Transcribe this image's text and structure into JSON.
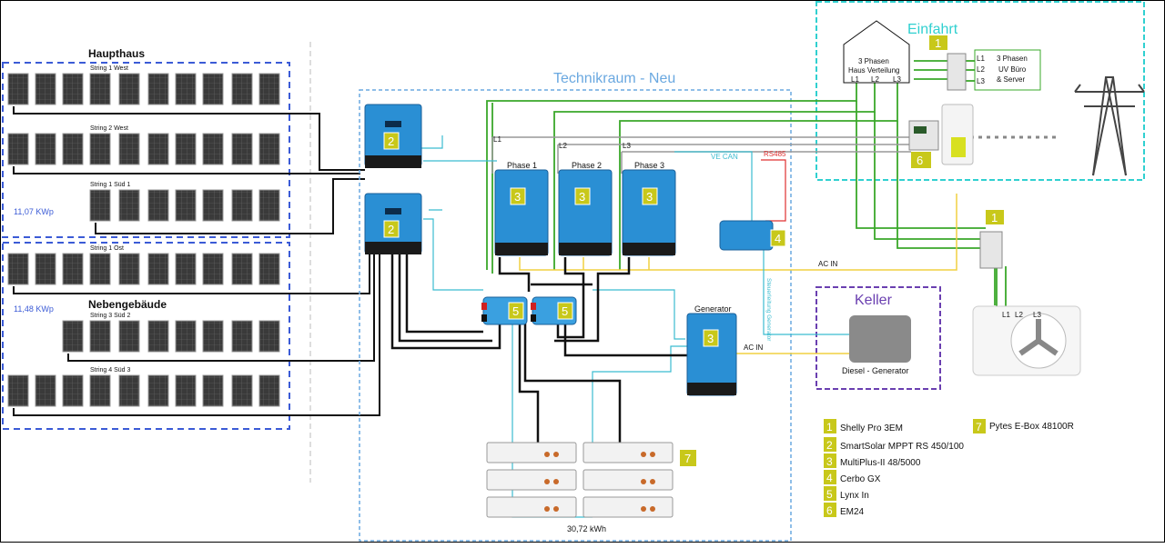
{
  "areas": {
    "haupthaus": "Haupthaus",
    "nebengebaeude": "Nebengebäude",
    "technikraum": "Technikraum - Neu",
    "einfahrt": "Einfahrt",
    "keller": "Keller"
  },
  "strings": [
    {
      "label": "String 1 West"
    },
    {
      "label": "String 2 West"
    },
    {
      "label": "String 1 Süd 1"
    },
    {
      "label": "String 1 Ost"
    },
    {
      "label": "String 3 Süd  2"
    },
    {
      "label": "String 4 Süd 3"
    }
  ],
  "kwp": {
    "haupthaus": "11,07 KWp",
    "nebengebaeude": "11,48 KWp"
  },
  "phases": {
    "p1": "Phase 1",
    "p2": "Phase 2",
    "p3": "Phase 3"
  },
  "lines": {
    "l1": "L1",
    "l2": "L2",
    "l3": "L3",
    "vecan": "VE CAN",
    "rs485": "RS485",
    "acin": "AC IN",
    "acin2": "AC IN",
    "steuerleitung": "Steuerleitung Generator"
  },
  "generator_label": "Generator",
  "diesel_label": "Diesel - Generator",
  "battery_capacity": "30,72 kWh",
  "distribution": {
    "line1": "3 Phasen",
    "line2": "Haus Verteilung",
    "l1": "L1",
    "l2": "L2",
    "l3": "L3"
  },
  "uv_buero": {
    "line1": "3 Phasen",
    "line2": "UV Büro",
    "line3": "& Server",
    "l1": "L1",
    "l2": "L2",
    "l3": "L3"
  },
  "heatpump": {
    "l1": "L1",
    "l2": "L2",
    "l3": "L3"
  },
  "badges": {
    "b1": "1",
    "b2": "2",
    "b3": "3",
    "b4": "4",
    "b5": "5",
    "b6": "6",
    "b7": "7"
  },
  "legend": [
    {
      "num": "1",
      "label": "Shelly Pro 3EM"
    },
    {
      "num": "2",
      "label": "SmartSolar MPPT RS 450/100"
    },
    {
      "num": "3",
      "label": "MultiPlus-II 48/5000"
    },
    {
      "num": "4",
      "label": "Cerbo GX"
    },
    {
      "num": "5",
      "label": "Lynx In"
    },
    {
      "num": "6",
      "label": "EM24"
    },
    {
      "num": "7",
      "label": "Pytes E-Box 48100R"
    }
  ],
  "colors": {
    "victron_blue": "#2a8fd4",
    "badge_yellow": "#c8c81a",
    "wire_green": "#3aa82a",
    "wire_yellow": "#f0d040",
    "wire_cyan": "#3bbcd0",
    "wire_red": "#e03030",
    "area_blue": "#3b5bd6",
    "area_cyan": "#30d0d0",
    "keller_purple": "#6a3fb0"
  }
}
